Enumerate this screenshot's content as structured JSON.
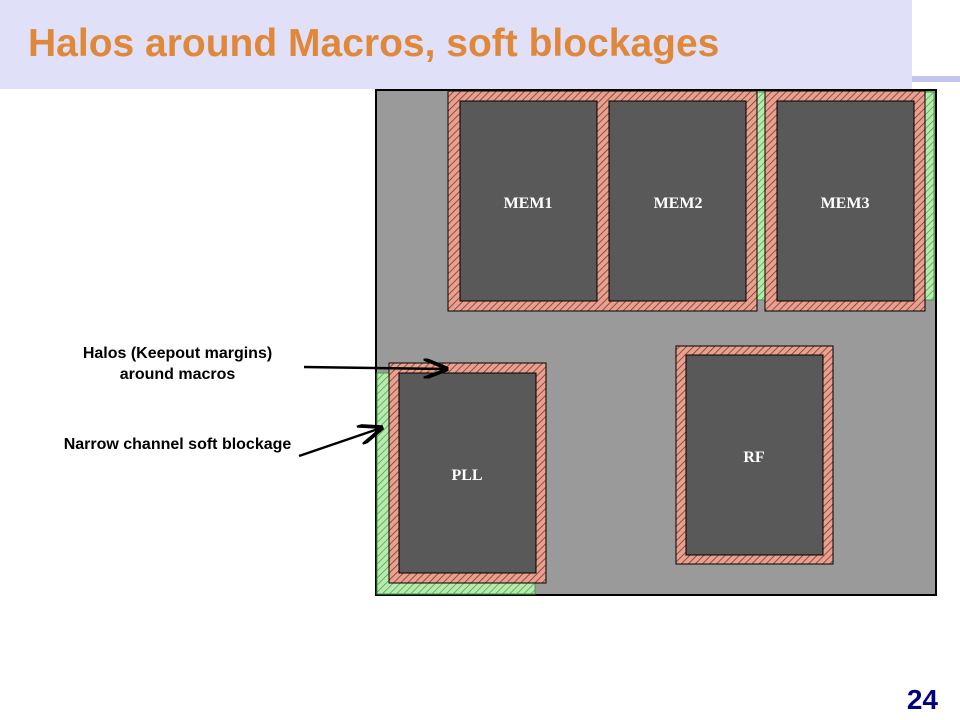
{
  "slide": {
    "title": "Halos around Macros, soft blockages",
    "page_number": "24"
  },
  "labels": {
    "halos": "Halos (Keepout margins) around macros",
    "narrow_channel": "Narrow channel soft blockage"
  },
  "macros": {
    "mem1": "MEM1",
    "mem2": "MEM2",
    "mem3": "MEM3",
    "pll": "PLL",
    "rf": "RF"
  },
  "colors": {
    "title": "#e0883a",
    "title_bar": "#e0e0f8",
    "die": "#9a9a9a",
    "macro": "#595959",
    "halo": "#e8a090",
    "soft_blockage": "#a8e0a0",
    "page_number": "#000080"
  }
}
